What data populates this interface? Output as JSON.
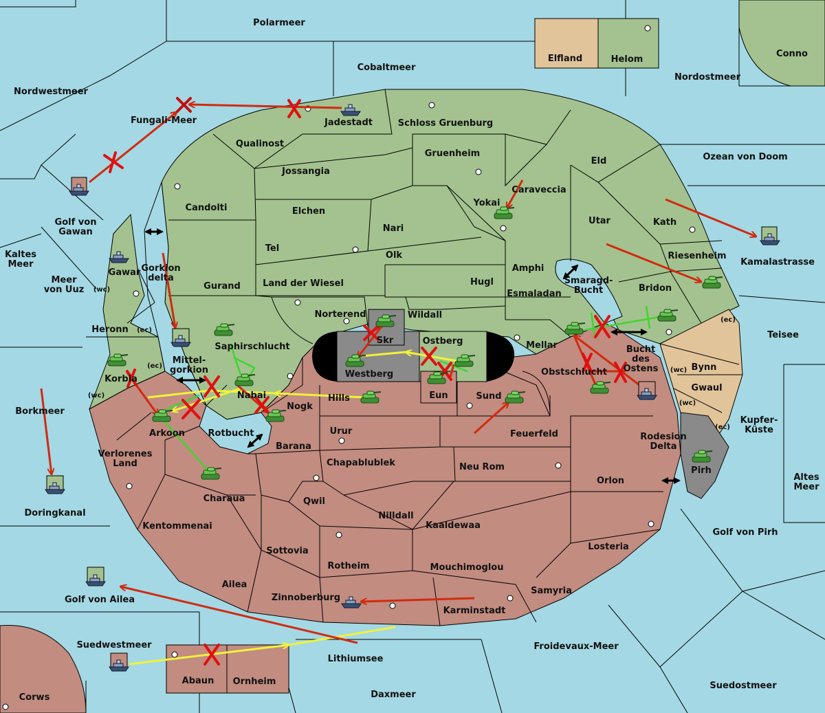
{
  "colors": {
    "sea": "#a4d8e4",
    "green_power": "#a3c28f",
    "red_power": "#c28c80",
    "tan_power": "#e2c49a",
    "neutral_grey": "#8a8a8a",
    "move_red": "#d12a10",
    "move_yellow": "#f2f23a",
    "support_green": "#3ed62e",
    "fail_x": "#e01010",
    "unit_green": "#5fb84b",
    "unit_navy": "#3a4f73"
  },
  "seas": {
    "polarmeer": "Polarmeer",
    "cobaltmeer": "Cobaltmeer",
    "nordwestmeer": "Nordwestmeer",
    "nordostmeer": "Nordostmeer",
    "fungali_meer": "Fungali-Meer",
    "ozean_von_doom": "Ozean von Doom",
    "golf_von_gawan": "Golf von\nGawan",
    "kaltes_meer": "Kaltes\nMeer",
    "meer_von_uuz": "Meer\nvon Uuz",
    "kamalastrasse": "Kamalastrasse",
    "teisee": "Teisee",
    "borkmeer": "Borkmeer",
    "kupfer_kueste": "Kupfer-\nKüste",
    "altes_meer": "Altes\nMeer",
    "doringkanal": "Doringkanal",
    "golf_von_pirh": "Golf von Pirh",
    "golf_von_ailea": "Golf von Ailea",
    "suedwestmeer": "Suedwestmeer",
    "lithiumsee": "Lithiumsee",
    "froidevaux_meer": "Froidevaux-Meer",
    "daxmeer": "Daxmeer",
    "suedostmeer": "Suedostmeer",
    "smaragd_bucht": "Smaragd-\nBucht",
    "bucht_des_ostens": "Bucht\ndes\nOstens",
    "mittel_gorkion": "Mittel-\ngorkion",
    "gorkion_delta": "Gorkion\ndelta",
    "rotbucht": "Rotbucht",
    "rodesion_delta": "Rodesion\nDelta"
  },
  "lands": {
    "elfland": "Elfland",
    "helom": "Helom",
    "conno": "Conno",
    "jadestadt": "Jadestadt",
    "schloss_gruenburg": "Schloss Gruenburg",
    "qualinost": "Qualinost",
    "jossangia": "Jossangia",
    "gruenheim": "Gruenheim",
    "caraveccia": "Caraveccia",
    "eld": "Eld",
    "candolti": "Candolti",
    "elchen": "Elchen",
    "yokai": "Yokai",
    "nari": "Nari",
    "utar": "Utar",
    "kath": "Kath",
    "tel": "Tel",
    "olk": "Olk",
    "amphi": "Amphi",
    "riesenheim": "Riesenheim",
    "gawar": "Gawar",
    "gurand": "Gurand",
    "land_der_wiesel": "Land der Wiesel",
    "hugl": "Hugl",
    "esmaladan": "Esmaladan",
    "bridon": "Bridon",
    "norterend": "Norterend",
    "wildall": "Wildall",
    "heronn": "Heronn",
    "skr": "Skr",
    "ostberg": "Ostberg",
    "mellar": "Mellar",
    "saphirschlucht": "Saphirschlucht",
    "westberg": "Westberg",
    "obstschlucht": "Obstschlucht",
    "bynn": "Bynn",
    "korbia": "Korbia",
    "nabai": "Nabai",
    "hills": "Hills",
    "eun": "Eun",
    "sund": "Sund",
    "gwaul": "Gwaul",
    "nogk": "Nogk",
    "arkoon": "Arkoon",
    "urur": "Urur",
    "feuerfeld": "Feuerfeld",
    "barana": "Barana",
    "chapablublek": "Chapablublek",
    "pirh": "Pirh",
    "verlorenes_land": "Verlorenes\nLand",
    "neu_rom": "Neu Rom",
    "orlon": "Orlon",
    "charaua": "Charaua",
    "qwil": "Qwil",
    "nilldall": "Nilldall",
    "kentommenai": "Kentommenai",
    "kaaldewaa": "Kaaldewaa",
    "sottovia": "Sottovia",
    "losteria": "Losteria",
    "rotheim": "Rotheim",
    "mouchimoglou": "Mouchimoglou",
    "ailea": "Ailea",
    "samyria": "Samyria",
    "zinnoberburg": "Zinnoberburg",
    "karminstadt": "Karminstadt",
    "abaun": "Abaun",
    "ornheim": "Ornheim",
    "corws": "Corws"
  },
  "coast_tags": {
    "wc": "(wc)",
    "ec": "(ec)"
  }
}
